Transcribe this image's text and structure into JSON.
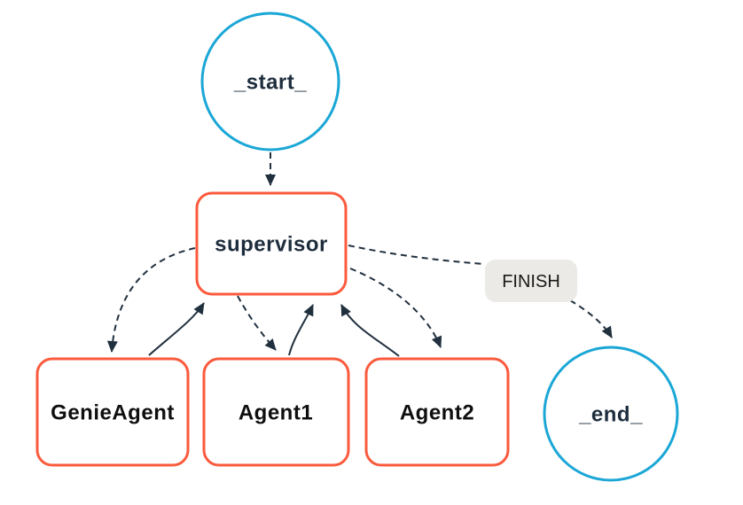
{
  "diagram_type": "agent-graph",
  "colors": {
    "background": "#ffffff",
    "edge_color": "#21303f",
    "terminal_border": "#1ba7d6",
    "agent_border": "#fb5a3c",
    "terminal_label": "#1e2d3d",
    "agent_label": "#0f0f0f",
    "finish_bg": "#eceae6",
    "finish_label": "#1a1a1a"
  },
  "nodes": {
    "start": {
      "label": "_start_",
      "shape": "circle"
    },
    "supervisor": {
      "label": "supervisor",
      "shape": "rounded-rect"
    },
    "genie_agent": {
      "label": "GenieAgent",
      "shape": "rounded-rect"
    },
    "agent1": {
      "label": "Agent1",
      "shape": "rounded-rect"
    },
    "agent2": {
      "label": "Agent2",
      "shape": "rounded-rect"
    },
    "end": {
      "label": "_end_",
      "shape": "circle"
    }
  },
  "edges": [
    {
      "from": "_start_",
      "to": "supervisor",
      "style": "dashed",
      "label": ""
    },
    {
      "from": "supervisor",
      "to": "GenieAgent",
      "style": "dashed",
      "label": ""
    },
    {
      "from": "GenieAgent",
      "to": "supervisor",
      "style": "solid",
      "label": ""
    },
    {
      "from": "supervisor",
      "to": "Agent1",
      "style": "dashed",
      "label": ""
    },
    {
      "from": "Agent1",
      "to": "supervisor",
      "style": "solid",
      "label": ""
    },
    {
      "from": "supervisor",
      "to": "Agent2",
      "style": "dashed",
      "label": ""
    },
    {
      "from": "Agent2",
      "to": "supervisor",
      "style": "solid",
      "label": ""
    },
    {
      "from": "supervisor",
      "to": "_end_",
      "style": "dashed",
      "label": "FINISH"
    }
  ]
}
